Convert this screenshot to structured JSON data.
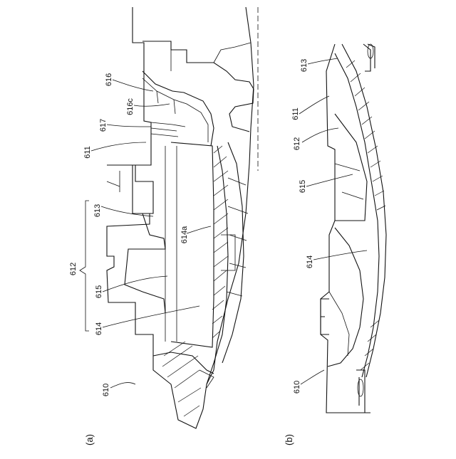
{
  "panels": [
    {
      "id": "a",
      "caption": "(a)",
      "labels": [
        "616",
        "616c",
        "617",
        "611",
        "613",
        "612",
        "615",
        "614",
        "614a",
        "610"
      ]
    },
    {
      "id": "b",
      "caption": "(b)",
      "labels": [
        "613",
        "611",
        "612",
        "615",
        "614",
        "610"
      ]
    }
  ],
  "colors": {
    "ink": "#111111",
    "paper": "#ffffff"
  }
}
